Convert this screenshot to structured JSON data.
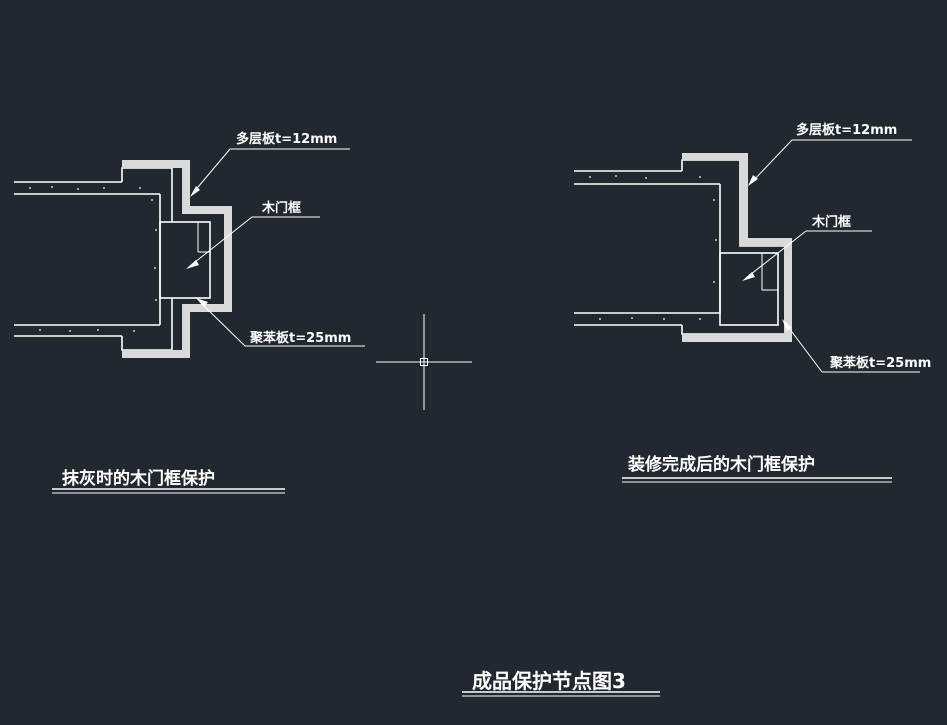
{
  "colors": {
    "background": "#212830",
    "lines": "#ffffff"
  },
  "left_detail": {
    "caption": "抹灰时的木门框保护",
    "label_plywood": "多层板t=12mm",
    "label_frame": "木门框",
    "label_eps": "聚苯板t=25mm"
  },
  "right_detail": {
    "caption": "装修完成后的木门框保护",
    "label_plywood": "多层板t=12mm",
    "label_frame": "木门框",
    "label_eps": "聚苯板t=25mm"
  },
  "sheet": {
    "title": "成品保护节点图3"
  },
  "cursor": {
    "icon": "crosshair-cursor-icon"
  }
}
